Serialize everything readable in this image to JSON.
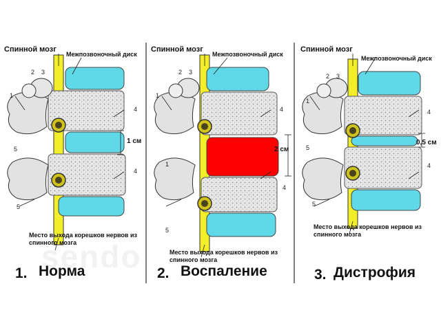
{
  "panels": [
    {
      "spinal_cord_label": "Спинной мозг",
      "disc_label": "Межпозвоночный диск",
      "nerve_exit_label": "Место выхода корешков нервов из спинного мозга",
      "measurement": "1 см",
      "caption_number": "1.",
      "caption_text": "Норма",
      "highlight_color": "#5fd8e8"
    },
    {
      "spinal_cord_label": "Спинной мозг",
      "disc_label": "Межпозвоночный диск",
      "nerve_exit_label": "Место выхода корешков нервов из спинного мозга",
      "measurement": "2 см",
      "caption_number": "2.",
      "caption_text": "Воспаление",
      "highlight_color": "#ff0000"
    },
    {
      "spinal_cord_label": "Спинной мозг",
      "disc_label": "Межпозвоночный диск",
      "nerve_exit_label": "Место выхода корешков нервов из спинного мозга",
      "measurement": "0,5 см",
      "caption_number": "3.",
      "caption_text": "Дистрофия",
      "highlight_color": "#5fd8e8"
    }
  ],
  "part_numbers": [
    "1",
    "2",
    "3",
    "4",
    "5"
  ],
  "watermark": "sendo",
  "colors": {
    "disc": "#5fd8e8",
    "spinal_cord": "#f3ee2a",
    "inflamed_disc": "#ff0000",
    "bone": "#d9d9d9",
    "divider": "#555555"
  }
}
